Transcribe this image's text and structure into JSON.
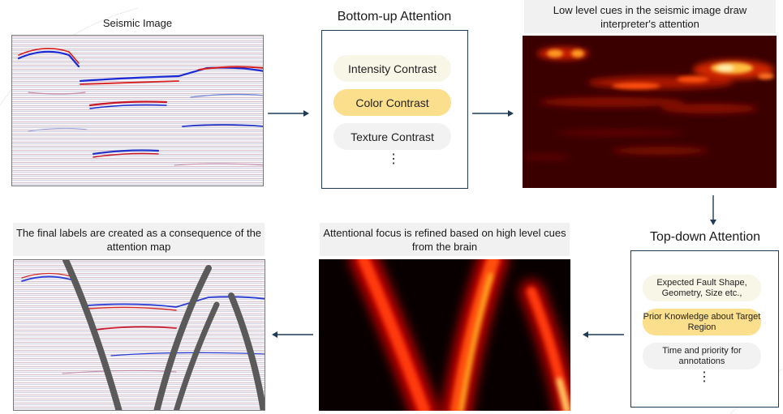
{
  "seismic": {
    "title": "Seismic Image"
  },
  "bottom_up": {
    "title": "Bottom-up Attention",
    "items": [
      "Intensity Contrast",
      "Color Contrast",
      "Texture Contrast"
    ],
    "more": "⋮"
  },
  "low_level": {
    "caption": "Low level cues in the seismic image draw interpreter's attention"
  },
  "top_down": {
    "title": "Top-down Attention",
    "items": [
      "Expected Fault Shape, Geometry, Size etc.,",
      "Prior Knowledge about Target Region",
      "Time and priority for annotations"
    ],
    "more": "⋮"
  },
  "refined": {
    "caption": "Attentional focus is refined based on high level cues from the brain"
  },
  "final": {
    "caption": "The final labels are created as a consequence of the attention map"
  },
  "colors": {
    "panel_border": "#1f3b57",
    "pill_cream": "#f8f6e6",
    "pill_highlight": "#fbdf8c",
    "pill_gray": "#f2f2f2",
    "arrow": "#1f3b57",
    "fault_label": "#5a5a5a"
  }
}
